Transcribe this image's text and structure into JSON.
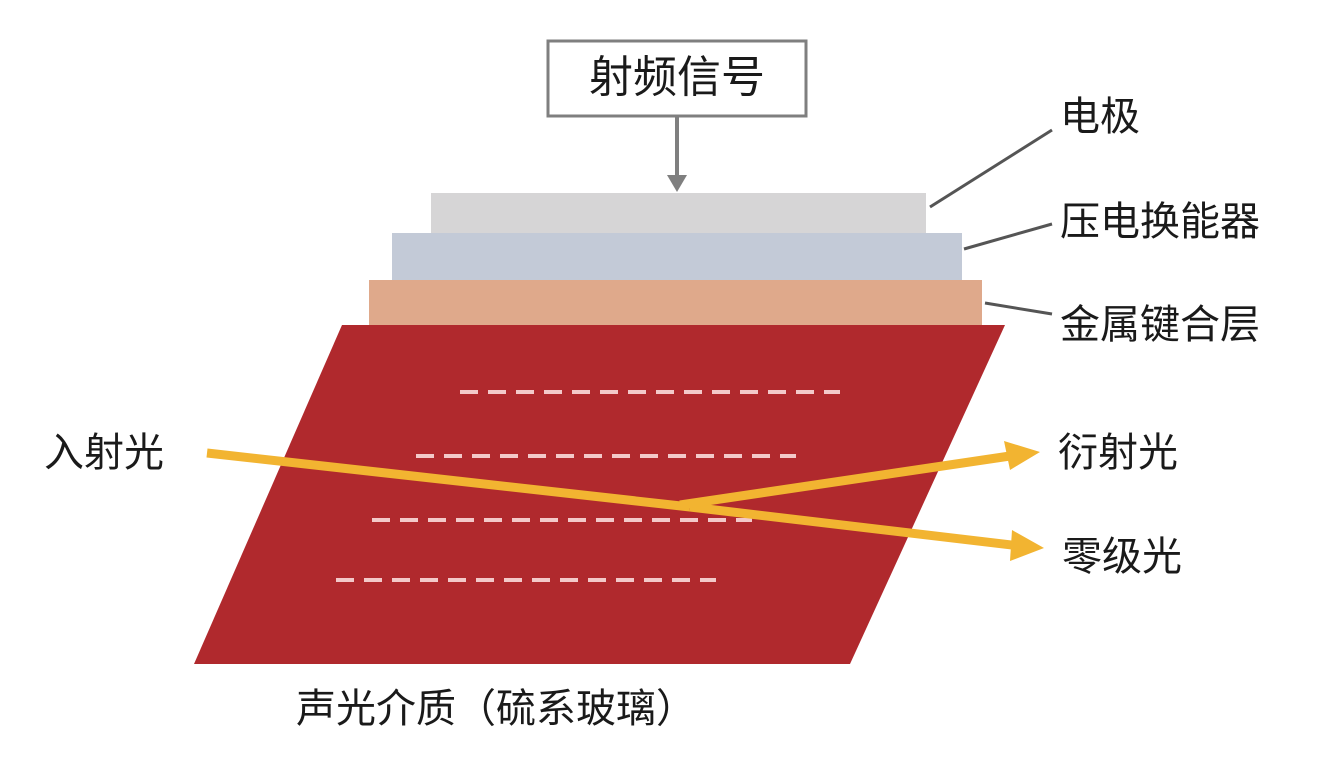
{
  "diagram": {
    "title": "声光调制器结构示意图",
    "signal_box": {
      "label": "射频信号"
    },
    "layers": [
      {
        "id": "electrode",
        "label": "电极",
        "color": "#d6d5d6"
      },
      {
        "id": "transducer",
        "label": "压电换能器",
        "color": "#c3cad7"
      },
      {
        "id": "bonding",
        "label": "金属键合层",
        "color": "#dfa98b"
      }
    ],
    "medium": {
      "label": "声光介质（硫系玻璃）",
      "color": "#b0292d",
      "wavefront_color": "#f3c9c9",
      "wavefront_count": 4
    },
    "beams": {
      "color": "#f2b431",
      "incident": "入射光",
      "diffracted": "衍射光",
      "zero_order": "零级光"
    },
    "leader_color": "#555555",
    "arrow_color": "#7f7f7f"
  }
}
